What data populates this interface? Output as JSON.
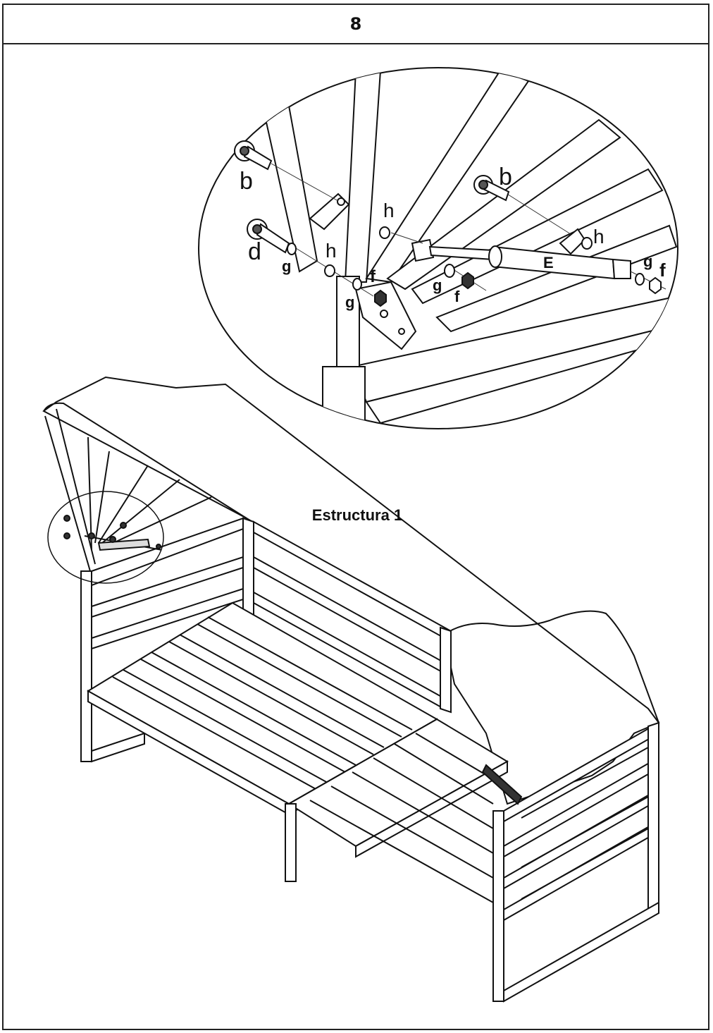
{
  "step": {
    "number": "8"
  },
  "main_label": "Estructura 1",
  "callouts": {
    "b1": "b",
    "b2": "b",
    "d": "d",
    "g1": "g",
    "h1": "h",
    "h2": "h",
    "h3": "h",
    "f1": "f",
    "g2": "g",
    "g3": "g",
    "f2": "f",
    "E": "E",
    "g4": "g",
    "f3": "f"
  }
}
